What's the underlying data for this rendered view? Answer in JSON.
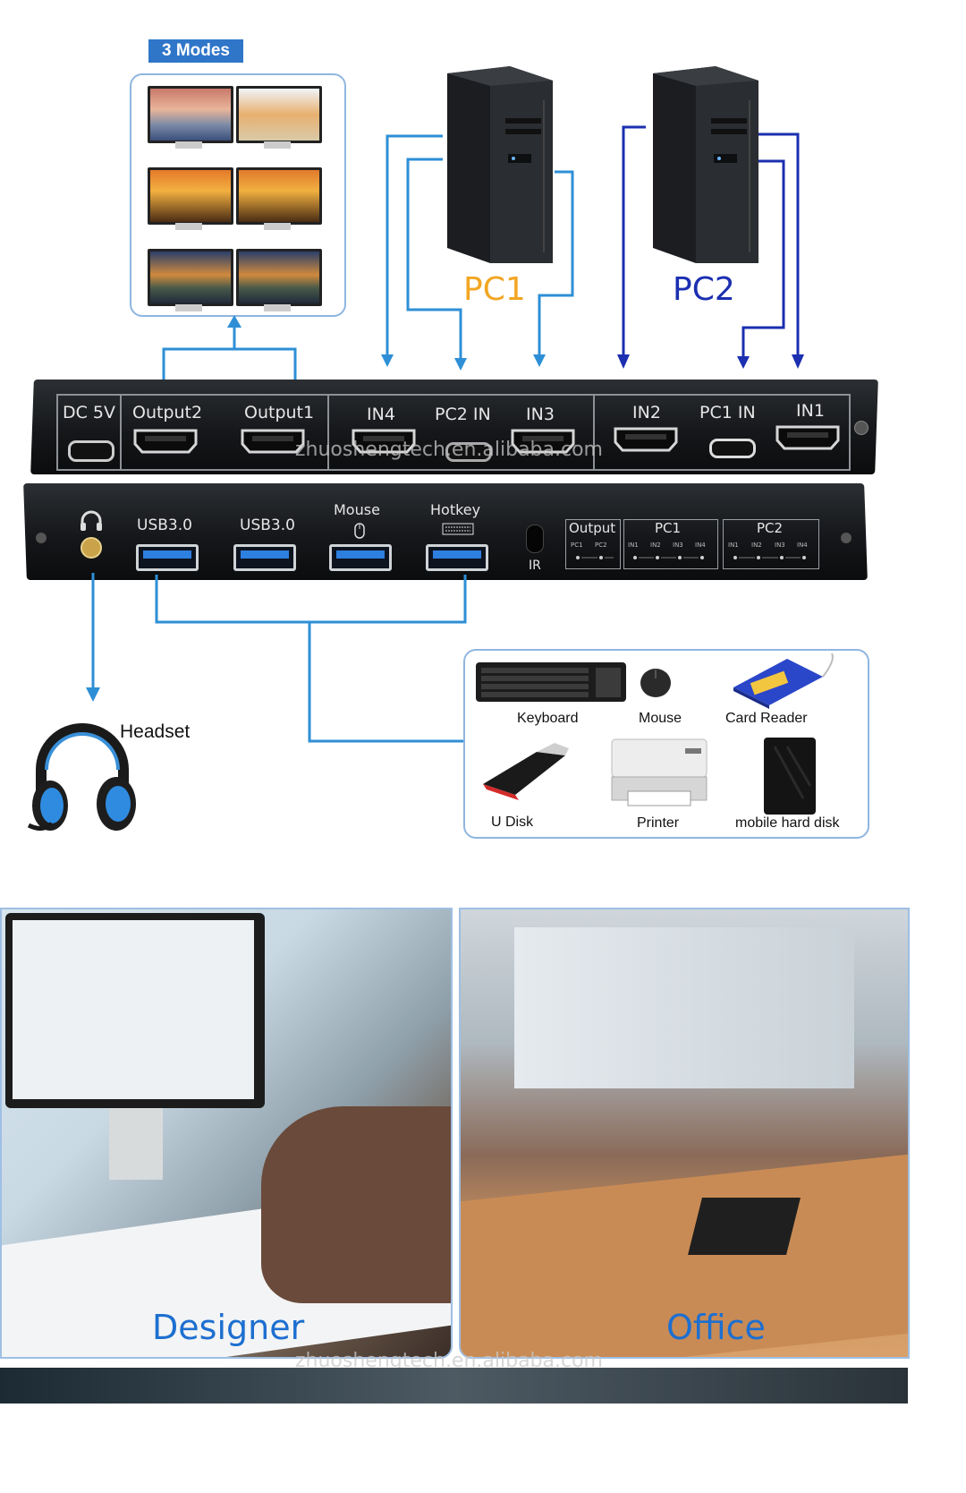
{
  "modes": {
    "badge": "3 Modes"
  },
  "pcs": {
    "pc1": "PC1",
    "pc2": "PC2"
  },
  "front_panel": {
    "dc": "DC 5V",
    "output2": "Output2",
    "output1": "Output1",
    "in4": "IN4",
    "pc2_in": "PC2 IN",
    "in3": "IN3",
    "in2": "IN2",
    "pc1_in": "PC1 IN",
    "in1": "IN1"
  },
  "rear_panel": {
    "usb_a": "USB3.0",
    "usb_b": "USB3.0",
    "mouse": "Mouse",
    "hotkey": "Hotkey",
    "ir": "IR",
    "output": "Output",
    "pc1": "PC1",
    "pc2": "PC2",
    "out_leds": [
      "PC1",
      "PC2"
    ],
    "pc1_leds": [
      "IN1",
      "IN2",
      "IN3",
      "IN4"
    ],
    "pc2_leds": [
      "IN1",
      "IN2",
      "IN3",
      "IN4"
    ]
  },
  "headset": "Headset",
  "devices": {
    "keyboard": "Keyboard",
    "mouse": "Mouse",
    "card_reader": "Card Reader",
    "u_disk": "U Disk",
    "printer": "Printer",
    "hard_disk": "mobile hard disk"
  },
  "scenes": {
    "designer": "Designer",
    "office": "Office"
  },
  "watermark": "zhuoshengtech.en.alibaba.com",
  "colors": {
    "pc1": "#f2a623",
    "pc2": "#1b2fb0",
    "line_light": "#2e8fd6",
    "caption": "#1d6fd0"
  }
}
